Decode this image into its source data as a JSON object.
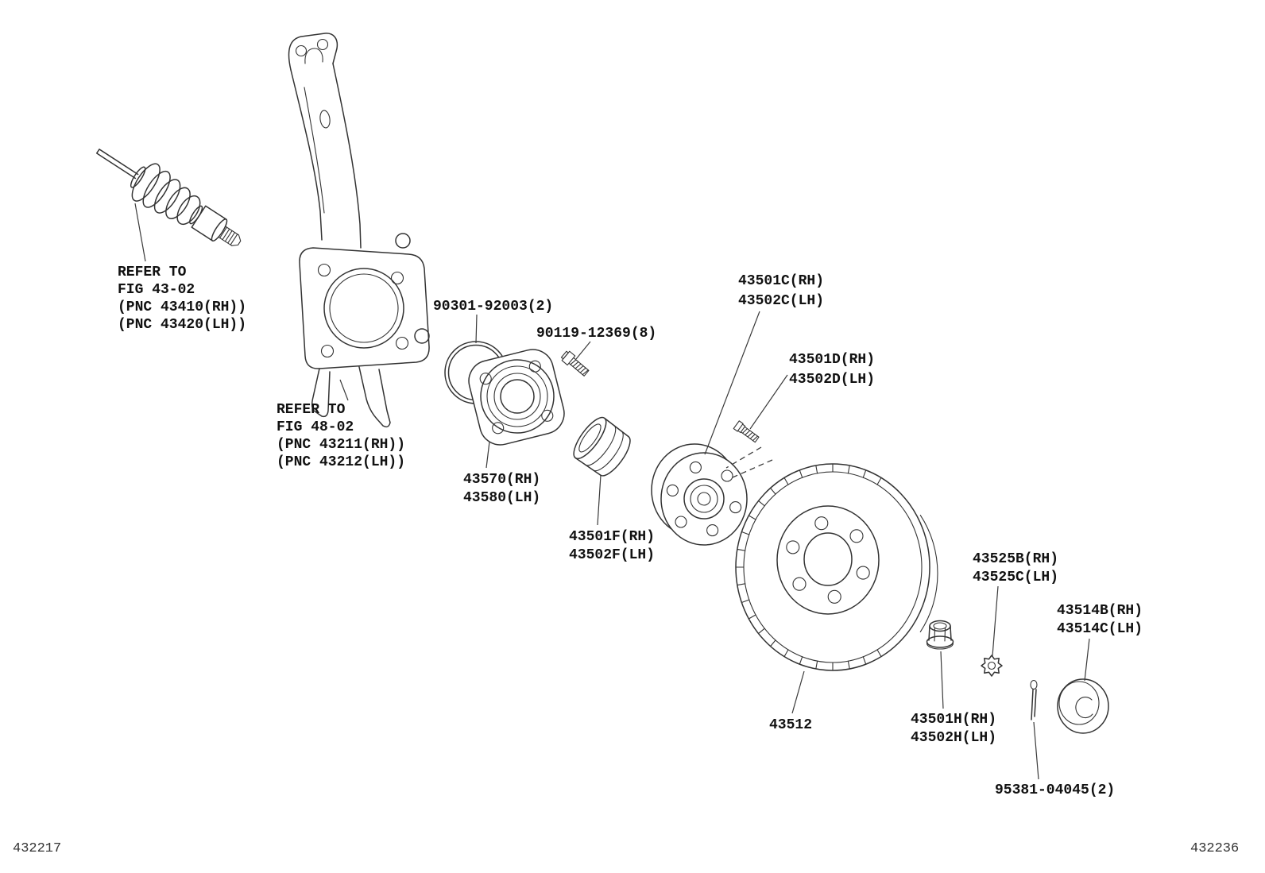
{
  "colors": {
    "line": "#333333",
    "text": "#111111",
    "background": "#ffffff"
  },
  "labels": {
    "axle_ref": [
      "REFER TO",
      "FIG 43-02",
      "(PNC 43410(RH))",
      "(PNC 43420(LH))"
    ],
    "knuckle_ref": [
      "REFER TO",
      "FIG 48-02",
      "(PNC 43211(RH))",
      "(PNC 43212(LH))"
    ],
    "oring_pn": "90301-92003(2)",
    "hub_bolt_pn": "90119-12369(8)",
    "hub_assy": [
      "43501C(RH)",
      "43502C(LH)"
    ],
    "hub_stud": [
      "43501D(RH)",
      "43502D(LH)"
    ],
    "bearing": [
      "43570(RH)",
      "43580(LH)"
    ],
    "seal": [
      "43501F(RH)",
      "43502F(LH)"
    ],
    "disc_pn": "43512",
    "lock_nut": [
      "43501H(RH)",
      "43502H(LH)"
    ],
    "nut_retainer": [
      "43525B(RH)",
      "43525C(LH)"
    ],
    "grease_cap": [
      "43514B(RH)",
      "43514C(LH)"
    ],
    "cotter_pin_pn": "95381-04045(2)"
  },
  "footer": {
    "left_code": "432217",
    "right_code": "432236"
  }
}
